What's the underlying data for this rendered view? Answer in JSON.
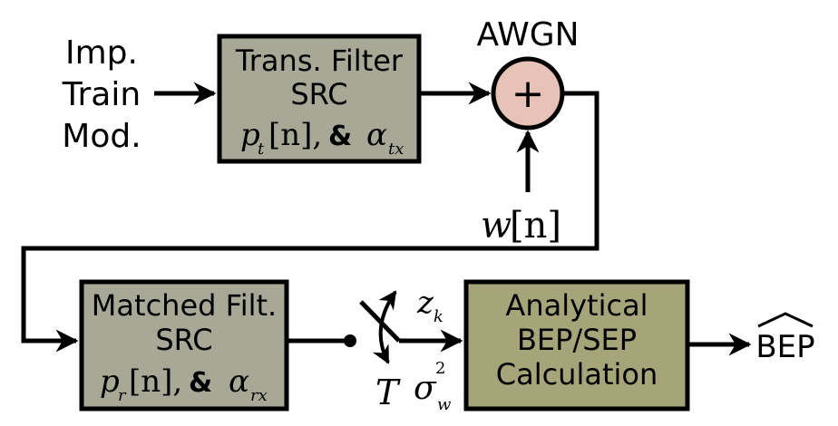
{
  "input": {
    "line1": "Imp.",
    "line2": "Train",
    "line3": "Mod."
  },
  "tx_filter": {
    "line1": "Trans. Filter",
    "line2": "SRC",
    "math_p": "p",
    "math_p_sub": "t",
    "math_n": "[n],",
    "amp": "&",
    "math_alpha": "α",
    "math_alpha_sub": "tx"
  },
  "awgn": {
    "label": "AWGN",
    "sum_symbol": "+",
    "noise_w": "w",
    "noise_n": "[n]"
  },
  "rx_filter": {
    "line1": "Matched Filt.",
    "line2": "SRC",
    "math_p": "p",
    "math_p_sub": "r",
    "math_n": "[n],",
    "amp": "&",
    "math_alpha": "α",
    "math_alpha_sub": "rx"
  },
  "sampler": {
    "z": "z",
    "z_sub": "k",
    "T": "T",
    "sigma": "σ",
    "sigma_sup": "2",
    "sigma_sub": "w"
  },
  "calc_block": {
    "line1": "Analytical",
    "line2": "BEP/SEP",
    "line3": "Calculation"
  },
  "output": {
    "label": "BEP"
  },
  "colors": {
    "filter_fill": "#a8a896",
    "calc_fill": "#a6a57a",
    "sum_fill": "#e6c3b6",
    "line": "#000000"
  }
}
